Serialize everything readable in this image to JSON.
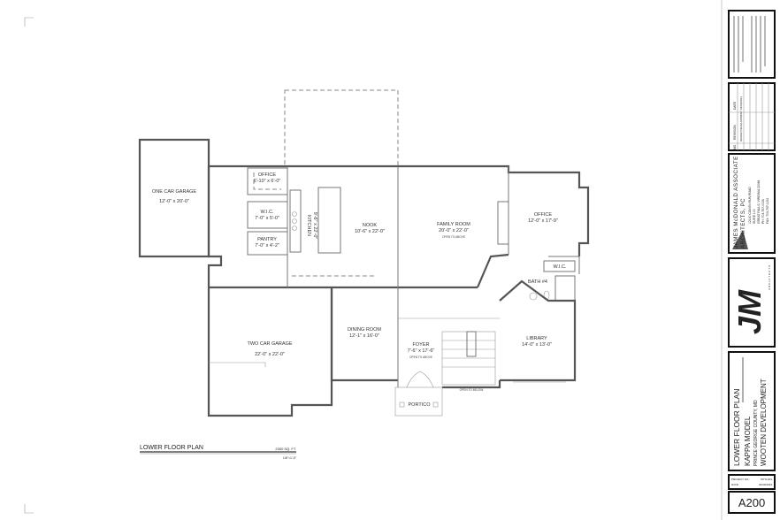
{
  "drawing": {
    "rooms": {
      "one_car_garage": {
        "name": "ONE CAR GARAGE",
        "size": "12'-0\" x 20'-0\""
      },
      "office_small": {
        "name": "OFFICE",
        "size": "6'-10\" x 6'-0\""
      },
      "wic_left": {
        "name": "W.I.C.",
        "size": "7'-0\" x 5'-0\""
      },
      "pantry": {
        "name": "PANTRY",
        "size": "7'-0\" x 4'-2\""
      },
      "kitchen": {
        "name": "KITCHEN",
        "size": "9'-6\" x 22'-0\""
      },
      "nook": {
        "name": "NOOK",
        "size": "10'-6\" x 22'-0\""
      },
      "family_room": {
        "name": "FAMILY ROOM",
        "size": "20'-0\" x 22'-0\"",
        "note": "OPEN TO ABOVE"
      },
      "office_large": {
        "name": "OFFICE",
        "size": "12'-0\" x 17'-9\""
      },
      "wic_right": {
        "name": "W.I.C."
      },
      "bath4": {
        "name": "BATH #4"
      },
      "two_car_garage": {
        "name": "TWO CAR GARAGE",
        "size": "22'-0\" x 22'-0\""
      },
      "dining_room": {
        "name": "DINING ROOM",
        "size": "12'-1\" x 16'-0\""
      },
      "foyer": {
        "name": "FOYER",
        "size": "7'-6\" x 17'-6\"",
        "note": "OPEN TO ABOVE"
      },
      "portico": {
        "name": "PORTICO"
      },
      "library": {
        "name": "LIBRARY",
        "size": "14'-0\" x 13'-0\""
      },
      "open_to_below": {
        "name": "OPEN TO BELOW"
      }
    },
    "plan_title": "LOWER FLOOR PLAN",
    "area": "2300 SQ. FT.",
    "scale": "1/8\"=1'-0\""
  },
  "title_block": {
    "revision_header": {
      "no": "NO.",
      "revision": "REVISION",
      "date": "DATE"
    },
    "revision_row": {
      "revision": "DESIGN DEVELOPMENT",
      "date": "04/09/2023"
    },
    "architect": {
      "name": "JAMES McDONALD ASSOCIATE",
      "name2": "ARCHITECTS, PC",
      "address1": "12130 COLVIN RUN ROAD",
      "address2": "SUITE 100",
      "address3": "GREAT FALLS, VIRGINIA 22066",
      "phone": "PH: 703-757-0026",
      "fax": "FAX: 703-757-1231"
    },
    "logo_text": "JM",
    "logo_sub": "ARCHITECTS",
    "sheet_title": "LOWER FLOOR PLAN",
    "model": "KAPPA MODEL",
    "location": "PRINCE GEORGE COUNTY, MD",
    "client": "WOOTEN DEVELOPMENT",
    "project_label": "PROJECT NO.:",
    "project_no": "WTN-001",
    "date_label": "DATE:",
    "date": "04/09/2023",
    "sheet_number": "A200"
  }
}
